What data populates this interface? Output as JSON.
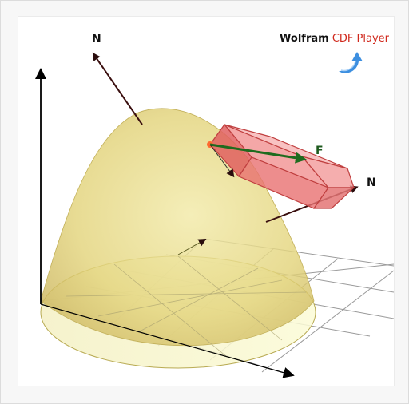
{
  "brand": {
    "name": "Wolfram",
    "product": "CDF Player"
  },
  "labels": {
    "normal_top": "N",
    "normal_right": "N",
    "force": "F"
  },
  "colors": {
    "surface": "#e6d882",
    "base_disk": "#f3f3c4",
    "box": "#e86a6a",
    "force_arrow": "#1e6b1e",
    "normal_arrow": "#3a0f0f",
    "brand_red": "#d0281c",
    "brand_arrow": "#3d8fe0"
  },
  "icons": {
    "brand_arrow": "curved-arrow-icon"
  }
}
